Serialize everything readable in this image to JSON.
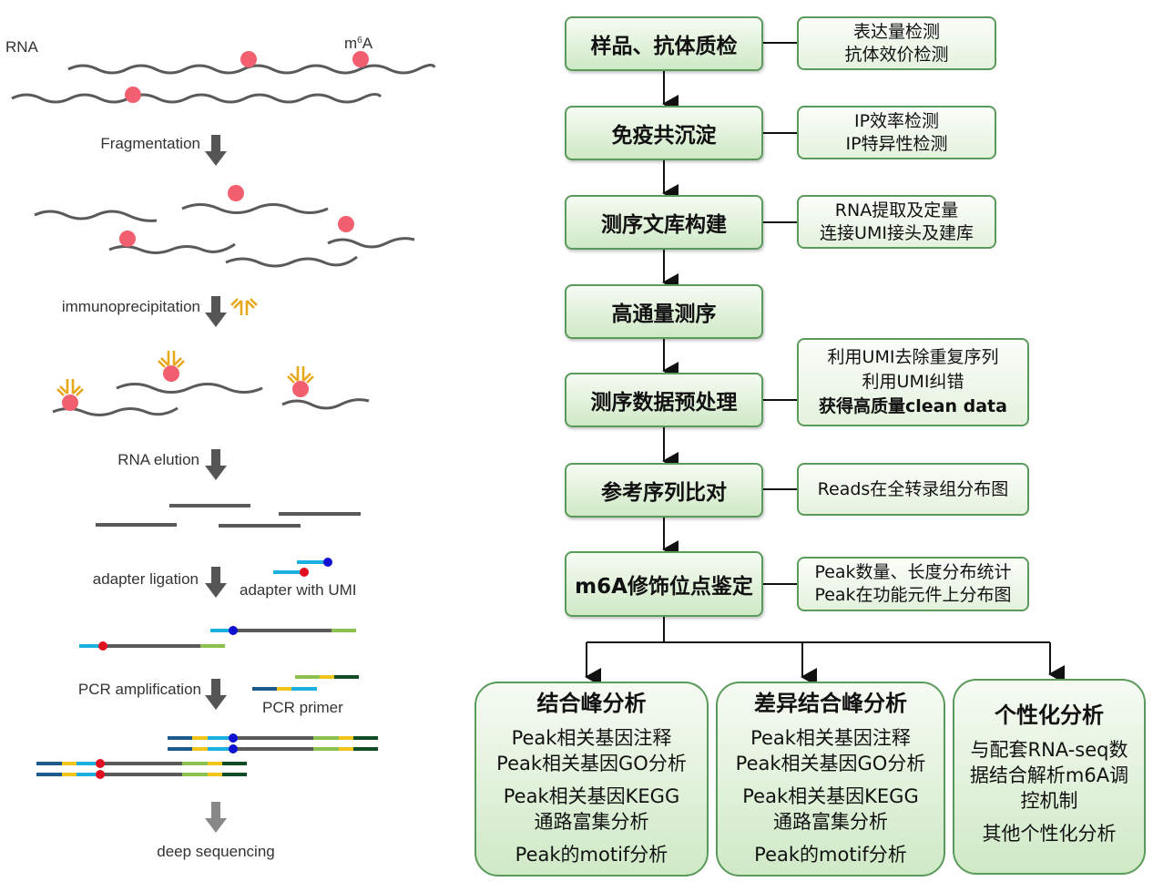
{
  "left_panel": {
    "rna_label": "RNA",
    "m6a_label": "m",
    "m6a_sup": "6",
    "m6a_suffix": "A",
    "steps": [
      "Fragmentation",
      "immunoprecipitation",
      "RNA elution",
      "adapter ligation",
      "PCR amplification",
      "deep sequencing"
    ],
    "adapter_label": "adapter with UMI",
    "primer_label": "PCR primer"
  },
  "colors": {
    "rna": "#5a5a5a",
    "m6a": "#f25f6e",
    "antibody": "#e8a81c",
    "adapter": "#1ab0e0",
    "umi_blue": "#1010d0",
    "umi_red": "#e01020",
    "green": "#8cc152",
    "yellow": "#f0c419",
    "navy": "#1b5a8a",
    "dark_green": "#0e4d26",
    "box_border": "#5a9a5a"
  },
  "flow": {
    "steps": [
      {
        "label": "样品、抗体质检",
        "notes": [
          "表达量检测",
          "抗体效价检测"
        ]
      },
      {
        "label": "免疫共沉淀",
        "notes": [
          "IP效率检测",
          "IP特异性检测"
        ]
      },
      {
        "label": "测序文库构建",
        "notes": [
          "RNA提取及定量",
          "连接UMI接头及建库"
        ]
      },
      {
        "label": "高通量测序",
        "notes": []
      },
      {
        "label": "测序数据预处理",
        "notes": [
          "利用UMI去除重复序列",
          "利用UMI纠错",
          "获得高质量clean data"
        ]
      },
      {
        "label": "参考序列比对",
        "notes": [
          "Reads在全转录组分布图"
        ]
      },
      {
        "label": "m6A修饰位点鉴定",
        "notes": [
          "Peak数量、长度分布统计",
          "Peak在功能元件上分布图"
        ]
      }
    ],
    "analyses": [
      {
        "title": "结合峰分析",
        "items": [
          "Peak相关基因注释",
          "Peak相关基因GO分析",
          "Peak相关基因KEGG",
          "通路富集分析",
          "Peak的motif分析"
        ]
      },
      {
        "title": "差异结合峰分析",
        "items": [
          "Peak相关基因注释",
          "Peak相关基因GO分析",
          "Peak相关基因KEGG",
          "通路富集分析",
          "Peak的motif分析"
        ]
      },
      {
        "title": "个性化分析",
        "items": [
          "与配套RNA-seq数",
          "据结合解析m6A调",
          "控机制",
          "其他个性化分析"
        ]
      }
    ]
  }
}
